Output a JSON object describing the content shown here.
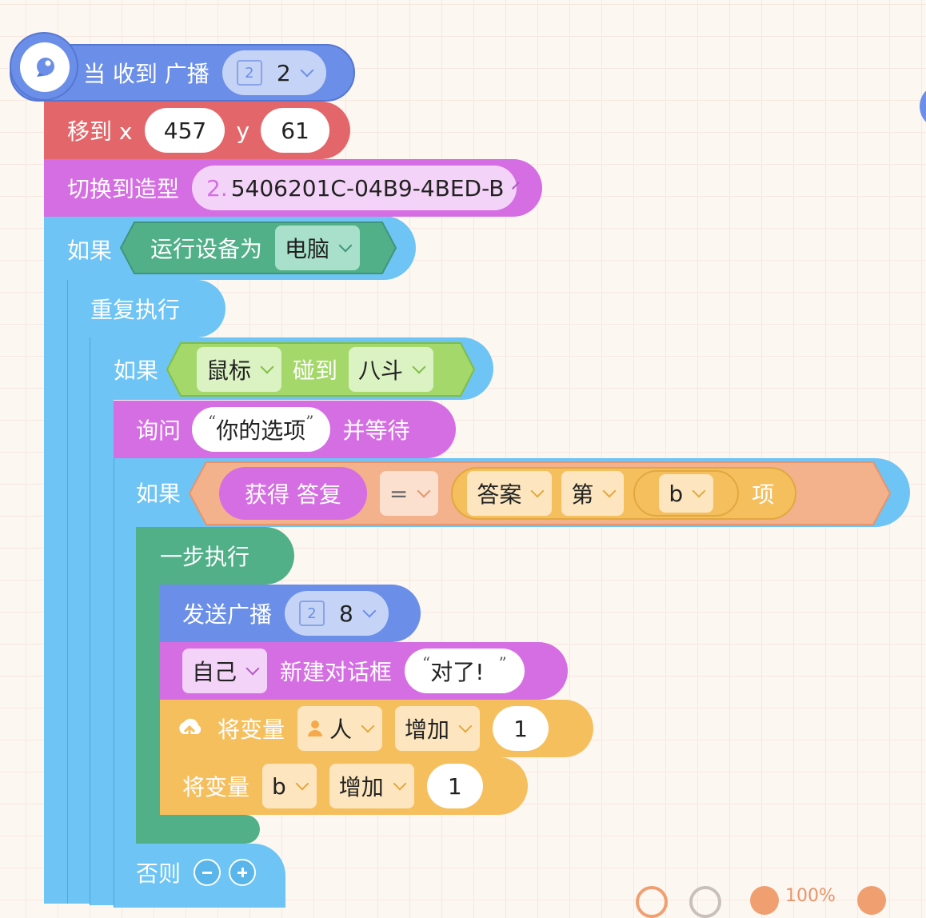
{
  "hat": {
    "label": "当 收到 广播",
    "value": "2",
    "badge": "2"
  },
  "goto": {
    "label": "移到 x",
    "x": "457",
    "ylabel": "y",
    "y": "61"
  },
  "costume": {
    "label": "切换到造型",
    "num": "2.",
    "value": "5406201C-04B9-4BED-B"
  },
  "if1": {
    "label": "如果",
    "cond": "运行设备为",
    "value": "电脑"
  },
  "repeat": {
    "label": "重复执行"
  },
  "if2": {
    "label": "如果",
    "sensor": "鼠标",
    "touch": "碰到",
    "target": "八斗"
  },
  "ask": {
    "label": "询问",
    "quote_open": "“",
    "text": "你的选项",
    "quote_close": "”",
    "suffix": "并等待"
  },
  "if3": {
    "label": "如果",
    "answer": "获得 答复",
    "op": "=",
    "list": "答案",
    "idx_prefix": "第",
    "idx": "b",
    "idx_suffix": "项"
  },
  "step": {
    "label": "一步执行"
  },
  "broadcast": {
    "label": "发送广播",
    "badge": "2",
    "value": "8"
  },
  "dialog": {
    "target": "自己",
    "label": "新建对话框",
    "quote_open": "“",
    "text": "对了!",
    "quote_close": "”"
  },
  "var1": {
    "label": "将变量",
    "name": "人",
    "op": "增加",
    "value": "1"
  },
  "var2": {
    "label": "将变量",
    "name": "b",
    "op": "增加",
    "value": "1"
  },
  "else": {
    "label": "否则"
  },
  "footer": {
    "zoom": "100%"
  },
  "colors": {
    "event": "#6b8fe8",
    "motion": "#e3676a",
    "looks": "#d56ee3",
    "control": "#6dc4f5",
    "sensing": "#a4d86a",
    "ops": "#f3b28c",
    "data": "#f5bf5e",
    "step": "#52b089"
  }
}
